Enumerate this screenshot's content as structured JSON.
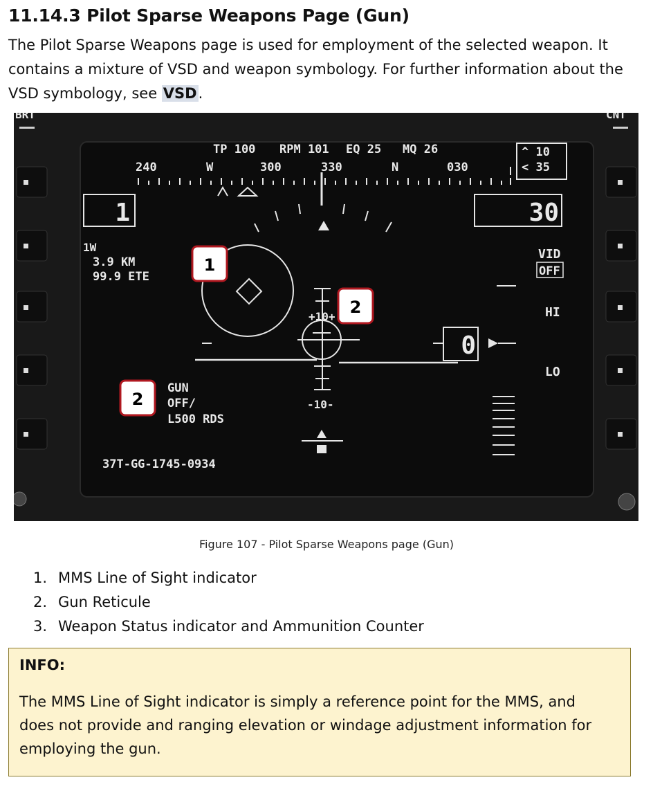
{
  "section": {
    "heading": "11.14.3 Pilot Sparse Weapons Page (Gun)",
    "intro_part1": "The Pilot Sparse Weapons page is used for employment of the selected weapon. It contains a mixture of VSD and weapon symbology. For further information about the VSD symbology, see ",
    "intro_link": "VSD",
    "intro_part2": "."
  },
  "figure": {
    "caption": "Figure 107 - Pilot Sparse Weapons page (Gun)",
    "bezel": {
      "left_top_label": "BRT",
      "right_top_label": "CNT"
    },
    "display": {
      "tp": "TP 100",
      "rpm": "RPM 101",
      "eq": "EQ 25",
      "mq": "MQ 26",
      "heading_scale": [
        "240",
        "W",
        "300",
        "330",
        "N",
        "030"
      ],
      "climb_rate": "^ 10",
      "heading_rate": "< 35",
      "left_box_value": "1",
      "right_box_value": "30",
      "waypoint_id": "1W",
      "waypoint_distance": "3.9 KM",
      "waypoint_ete": "99.9 ETE",
      "vid_label": "VID",
      "off_label": "OFF",
      "hi_label": "HI",
      "lo_label": "LO",
      "pitch_upper": "+10+",
      "pitch_lower": "-10-",
      "airspeed_box": "0",
      "weapon_type": "GUN",
      "weapon_status": "OFF/",
      "ammo_count": "L500 RDS",
      "grid_ref": "37T-GG-1745-0934"
    },
    "callouts": [
      "1",
      "2",
      "2"
    ],
    "colors": {
      "callout_border": "#b01820",
      "screen": "#0d0d0d",
      "bezel": "#1c1c1c"
    }
  },
  "list": [
    {
      "num": "1.",
      "text": "MMS Line of Sight indicator"
    },
    {
      "num": "2.",
      "text": "Gun Reticule"
    },
    {
      "num": "3.",
      "text": "Weapon Status indicator and Ammunition Counter"
    }
  ],
  "info": {
    "title": "INFO:",
    "body": "The MMS Line of Sight indicator is simply a reference point for the MMS, and does not provide and ranging elevation or windage adjustment information for employing the gun.",
    "colors": {
      "background": "#fdf3cf",
      "border": "#8a7a2e"
    }
  }
}
